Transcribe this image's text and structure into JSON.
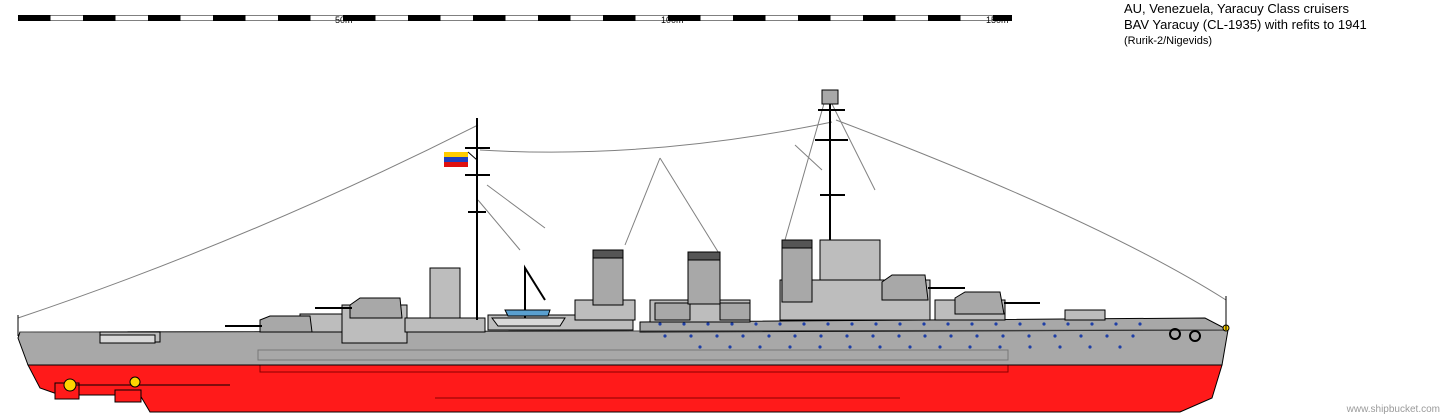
{
  "scale": {
    "labels": [
      "50m",
      "100m",
      "150m"
    ]
  },
  "title": {
    "line1": "AU, Venezuela, Yaracuy Class cruisers",
    "line2": "BAV Yaracuy (CL-1935) with refits to 1941",
    "credit": "(Rurik-2/Nigevids)"
  },
  "watermark": "www.shipbucket.com",
  "colors": {
    "hull_grey": "#a8a8a8",
    "deck_grey": "#bdbdbd",
    "bottom_red": "#ff1a1a",
    "dark_grey": "#5a5a5a",
    "porthole_blue": "#1f3fa6",
    "prop_yellow": "#ffd400",
    "flag_yellow": "#ffcc00",
    "flag_blue": "#1f3fbf",
    "flag_red": "#e01010"
  }
}
